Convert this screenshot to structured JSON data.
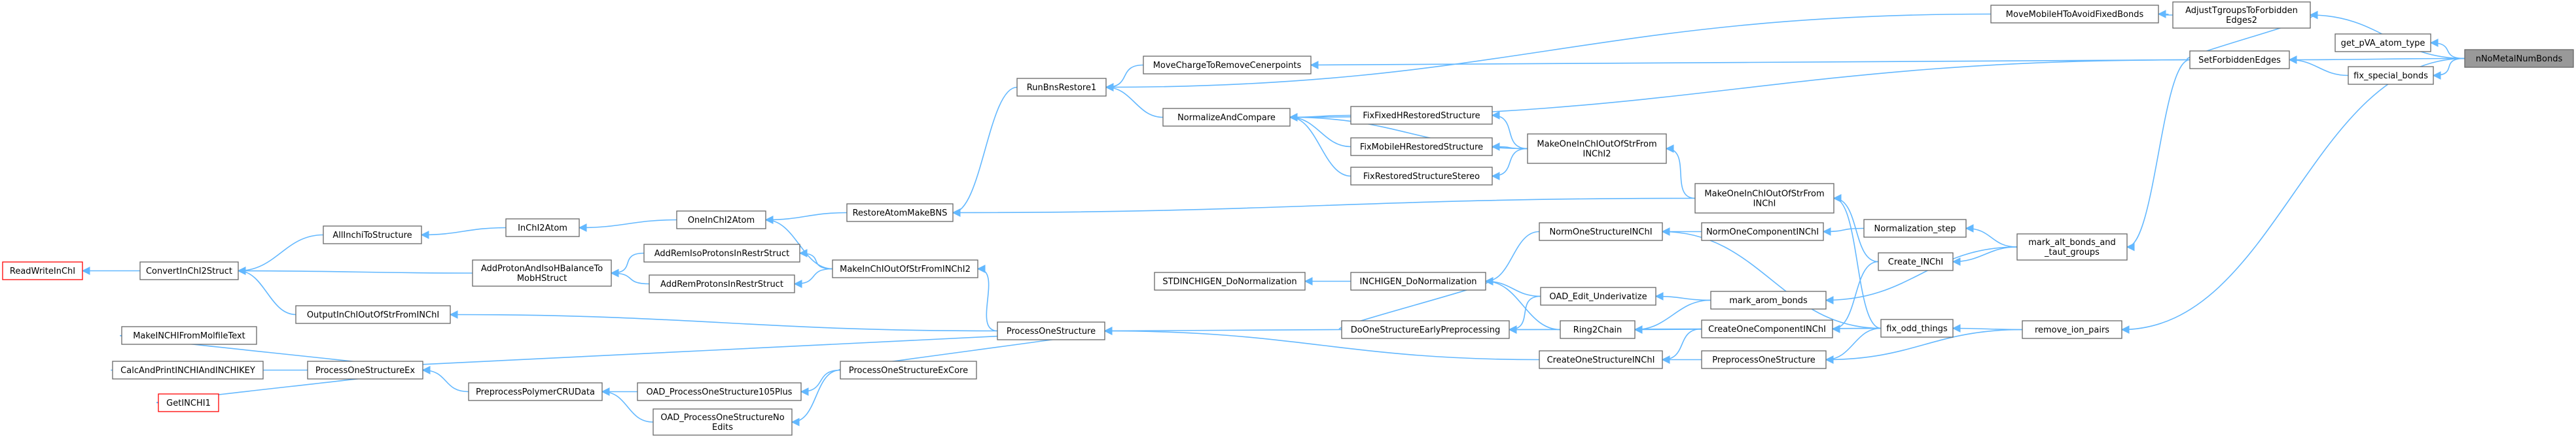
{
  "graph": {
    "type": "call-graph",
    "colors": {
      "edge": "#63b8ff",
      "node_border": "#666666",
      "root_fill": "#999999",
      "error_border": "#ff0000"
    },
    "nodes": {
      "ReadWriteInChI": {
        "label": [
          "ReadWriteInChI"
        ],
        "style": "red"
      },
      "ConvertInChI2Struct": {
        "label": [
          "ConvertInChI2Struct"
        ]
      },
      "AllInchiToStructure": {
        "label": [
          "AllInchiToStructure"
        ]
      },
      "InChI2Atom": {
        "label": [
          "InChI2Atom"
        ]
      },
      "OneInChI2Atom": {
        "label": [
          "OneInChI2Atom"
        ]
      },
      "RestoreAtomMakeBNS": {
        "label": [
          "RestoreAtomMakeBNS"
        ]
      },
      "RunBnsRestore1": {
        "label": [
          "RunBnsRestore1"
        ]
      },
      "MoveChargeToRemoveCenerpoints": {
        "label": [
          "MoveChargeToRemoveCenerpoints"
        ]
      },
      "NormalizeAndCompare": {
        "label": [
          "NormalizeAndCompare"
        ]
      },
      "FixFixedHRestoredStructure": {
        "label": [
          "FixFixedHRestoredStructure"
        ]
      },
      "FixMobileHRestoredStructure": {
        "label": [
          "FixMobileHRestoredStructure"
        ]
      },
      "FixRestoredStructureStereo": {
        "label": [
          "FixRestoredStructureStereo"
        ]
      },
      "MakeOneInChIOutOfStrFromINChI2": {
        "label": [
          "MakeOneInChIOutOfStrFrom",
          "INChI2"
        ]
      },
      "MakeOneInChIOutOfStrFromINChI": {
        "label": [
          "MakeOneInChIOutOfStrFrom",
          "INChI"
        ]
      },
      "MoveMobileHToAvoidFixedBonds": {
        "label": [
          "MoveMobileHToAvoidFixedBonds"
        ]
      },
      "AdjustTgroupsToForbiddenEdges2": {
        "label": [
          "AdjustTgroupsToForbidden",
          "Edges2"
        ]
      },
      "SetForbiddenEdges": {
        "label": [
          "SetForbiddenEdges"
        ]
      },
      "get_pVA_atom_type": {
        "label": [
          "get_pVA_atom_type"
        ]
      },
      "fix_special_bonds": {
        "label": [
          "fix_special_bonds"
        ]
      },
      "nNoMetalNumBonds": {
        "label": [
          "nNoMetalNumBonds"
        ],
        "style": "root"
      },
      "AddProtonAndIsoHBalanceToMobHStruct": {
        "label": [
          "AddProtonAndIsoHBalanceTo",
          "MobHStruct"
        ]
      },
      "AddRemIsoProtonsInRestrStruct": {
        "label": [
          "AddRemIsoProtonsInRestrStruct"
        ]
      },
      "AddRemProtonsInRestrStruct": {
        "label": [
          "AddRemProtonsInRestrStruct"
        ]
      },
      "MakeInChIOutOfStrFromINChI2": {
        "label": [
          "MakeInChIOutOfStrFromINChI2"
        ]
      },
      "OutputInChIOutOfStrFromINChI": {
        "label": [
          "OutputInChIOutOfStrFromINChI"
        ]
      },
      "STDINCHIGEN_DoNormalization": {
        "label": [
          "STDINCHIGEN_DoNormalization"
        ]
      },
      "INCHIGEN_DoNormalization": {
        "label": [
          "INCHIGEN_DoNormalization"
        ]
      },
      "NormOneStructureINChI": {
        "label": [
          "NormOneStructureINChI"
        ]
      },
      "NormOneComponentINChI": {
        "label": [
          "NormOneComponentINChI"
        ]
      },
      "Normalization_step": {
        "label": [
          "Normalization_step"
        ]
      },
      "Create_INChI": {
        "label": [
          "Create_INChI"
        ]
      },
      "mark_alt_bonds_and_taut_groups": {
        "label": [
          "mark_alt_bonds_and",
          "_taut_groups"
        ]
      },
      "OAD_Edit_Underivatize": {
        "label": [
          "OAD_Edit_Underivatize"
        ]
      },
      "mark_arom_bonds": {
        "label": [
          "mark_arom_bonds"
        ]
      },
      "Ring2Chain": {
        "label": [
          "Ring2Chain"
        ]
      },
      "DoOneStructureEarlyPreprocessing": {
        "label": [
          "DoOneStructureEarlyPreprocessing"
        ]
      },
      "CreateOneComponentINChI": {
        "label": [
          "CreateOneComponentINChI"
        ]
      },
      "fix_odd_things": {
        "label": [
          "fix_odd_things"
        ]
      },
      "remove_ion_pairs": {
        "label": [
          "remove_ion_pairs"
        ]
      },
      "CreateOneStructureINChI": {
        "label": [
          "CreateOneStructureINChI"
        ]
      },
      "PreprocessOneStructure": {
        "label": [
          "PreprocessOneStructure"
        ]
      },
      "ProcessOneStructure": {
        "label": [
          "ProcessOneStructure"
        ]
      },
      "MakeINCHIFromMolfileText": {
        "label": [
          "MakeINCHIFromMolfileText"
        ]
      },
      "CalcAndPrintINCHIAndINCHIKEY": {
        "label": [
          "CalcAndPrintINCHIAndINCHIKEY"
        ]
      },
      "GetINCHI1": {
        "label": [
          "GetINCHI1"
        ],
        "style": "red"
      },
      "ProcessOneStructureEx": {
        "label": [
          "ProcessOneStructureEx"
        ]
      },
      "PreprocessPolymerCRUData": {
        "label": [
          "PreprocessPolymerCRUData"
        ]
      },
      "OAD_ProcessOneStructure105Plus": {
        "label": [
          "OAD_ProcessOneStructure105Plus"
        ]
      },
      "ProcessOneStructureExCore": {
        "label": [
          "ProcessOneStructureExCore"
        ]
      },
      "OAD_ProcessOneStructureNoEdits": {
        "label": [
          "OAD_ProcessOneStructureNo",
          "Edits"
        ]
      }
    },
    "edges": [
      [
        "ConvertInChI2Struct",
        "ReadWriteInChI"
      ],
      [
        "AllInchiToStructure",
        "ConvertInChI2Struct"
      ],
      [
        "InChI2Atom",
        "AllInchiToStructure"
      ],
      [
        "OneInChI2Atom",
        "InChI2Atom"
      ],
      [
        "RestoreAtomMakeBNS",
        "OneInChI2Atom"
      ],
      [
        "RunBnsRestore1",
        "RestoreAtomMakeBNS"
      ],
      [
        "MoveChargeToRemoveCenerpoints",
        "RunBnsRestore1"
      ],
      [
        "NormalizeAndCompare",
        "RunBnsRestore1"
      ],
      [
        "MoveMobileHToAvoidFixedBonds",
        "RunBnsRestore1"
      ],
      [
        "FixFixedHRestoredStructure",
        "NormalizeAndCompare"
      ],
      [
        "FixMobileHRestoredStructure",
        "NormalizeAndCompare"
      ],
      [
        "FixRestoredStructureStereo",
        "NormalizeAndCompare"
      ],
      [
        "MakeOneInChIOutOfStrFromINChI2",
        "NormalizeAndCompare"
      ],
      [
        "MakeOneInChIOutOfStrFromINChI2",
        "FixFixedHRestoredStructure"
      ],
      [
        "MakeOneInChIOutOfStrFromINChI2",
        "FixMobileHRestoredStructure"
      ],
      [
        "MakeOneInChIOutOfStrFromINChI2",
        "FixRestoredStructureStereo"
      ],
      [
        "MakeOneInChIOutOfStrFromINChI",
        "MakeOneInChIOutOfStrFromINChI2"
      ],
      [
        "MakeOneInChIOutOfStrFromINChI",
        "RestoreAtomMakeBNS"
      ],
      [
        "AdjustTgroupsToForbiddenEdges2",
        "MoveMobileHToAvoidFixedBonds"
      ],
      [
        "SetForbiddenEdges",
        "MoveChargeToRemoveCenerpoints"
      ],
      [
        "SetForbiddenEdges",
        "NormalizeAndCompare"
      ],
      [
        "SetForbiddenEdges",
        "AdjustTgroupsToForbiddenEdges2"
      ],
      [
        "nNoMetalNumBonds",
        "AdjustTgroupsToForbiddenEdges2"
      ],
      [
        "nNoMetalNumBonds",
        "get_pVA_atom_type"
      ],
      [
        "nNoMetalNumBonds",
        "SetForbiddenEdges"
      ],
      [
        "nNoMetalNumBonds",
        "fix_special_bonds"
      ],
      [
        "nNoMetalNumBonds",
        "remove_ion_pairs"
      ],
      [
        "fix_special_bonds",
        "SetForbiddenEdges"
      ],
      [
        "AddProtonAndIsoHBalanceToMobHStruct",
        "ConvertInChI2Struct"
      ],
      [
        "AddRemIsoProtonsInRestrStruct",
        "AddProtonAndIsoHBalanceToMobHStruct"
      ],
      [
        "AddRemProtonsInRestrStruct",
        "AddProtonAndIsoHBalanceToMobHStruct"
      ],
      [
        "MakeInChIOutOfStrFromINChI2",
        "OneInChI2Atom"
      ],
      [
        "MakeInChIOutOfStrFromINChI2",
        "AddRemIsoProtonsInRestrStruct"
      ],
      [
        "MakeInChIOutOfStrFromINChI2",
        "AddRemProtonsInRestrStruct"
      ],
      [
        "OutputInChIOutOfStrFromINChI",
        "ConvertInChI2Struct"
      ],
      [
        "ProcessOneStructure",
        "MakeInChIOutOfStrFromINChI2"
      ],
      [
        "ProcessOneStructure",
        "OutputInChIOutOfStrFromINChI"
      ],
      [
        "ProcessOneStructureEx",
        "ProcessOneStructure"
      ],
      [
        "INCHIGEN_DoNormalization",
        "STDINCHIGEN_DoNormalization"
      ],
      [
        "NormOneStructureINChI",
        "INCHIGEN_DoNormalization"
      ],
      [
        "NormOneComponentINChI",
        "NormOneStructureINChI"
      ],
      [
        "Normalization_step",
        "NormOneComponentINChI"
      ],
      [
        "Create_INChI",
        "MakeOneInChIOutOfStrFromINChI"
      ],
      [
        "mark_alt_bonds_and_taut_groups",
        "Normalization_step"
      ],
      [
        "mark_alt_bonds_and_taut_groups",
        "Create_INChI"
      ],
      [
        "mark_alt_bonds_and_taut_groups",
        "mark_arom_bonds"
      ],
      [
        "SetForbiddenEdges",
        "mark_alt_bonds_and_taut_groups"
      ],
      [
        "OAD_Edit_Underivatize",
        "INCHIGEN_DoNormalization"
      ],
      [
        "OAD_Edit_Underivatize",
        "DoOneStructureEarlyPreprocessing"
      ],
      [
        "mark_arom_bonds",
        "OAD_Edit_Underivatize"
      ],
      [
        "mark_arom_bonds",
        "Ring2Chain"
      ],
      [
        "Ring2Chain",
        "INCHIGEN_DoNormalization"
      ],
      [
        "Ring2Chain",
        "DoOneStructureEarlyPreprocessing"
      ],
      [
        "DoOneStructureEarlyPreprocessing",
        "INCHIGEN_DoNormalization"
      ],
      [
        "DoOneStructureEarlyPreprocessing",
        "ProcessOneStructure"
      ],
      [
        "CreateOneComponentINChI",
        "CreateOneStructureINChI"
      ],
      [
        "Create_INChI",
        "CreateOneComponentINChI"
      ],
      [
        "fix_odd_things",
        "MakeOneInChIOutOfStrFromINChI"
      ],
      [
        "fix_odd_things",
        "NormOneStructureINChI"
      ],
      [
        "fix_odd_things",
        "Ring2Chain"
      ],
      [
        "fix_odd_things",
        "PreprocessOneStructure"
      ],
      [
        "fix_odd_things",
        "DoOneStructureEarlyPreprocessing"
      ],
      [
        "remove_ion_pairs",
        "fix_odd_things"
      ],
      [
        "remove_ion_pairs",
        "PreprocessOneStructure"
      ],
      [
        "CreateOneStructureINChI",
        "ProcessOneStructure"
      ],
      [
        "PreprocessOneStructure",
        "CreateOneStructureINChI"
      ],
      [
        "MakeINCHIFromMolfileText",
        "ProcessOneStructureEx"
      ],
      [
        "CalcAndPrintINCHIAndINCHIKEY",
        "ProcessOneStructureEx"
      ],
      [
        "GetINCHI1",
        "ProcessOneStructureEx"
      ],
      [
        "PreprocessPolymerCRUData",
        "ProcessOneStructureEx"
      ],
      [
        "OAD_ProcessOneStructure105Plus",
        "PreprocessPolymerCRUData"
      ],
      [
        "ProcessOneStructureExCore",
        "ProcessOneStructure"
      ],
      [
        "ProcessOneStructureExCore",
        "OAD_ProcessOneStructure105Plus"
      ],
      [
        "ProcessOneStructureExCore",
        "OAD_ProcessOneStructureNoEdits"
      ],
      [
        "OAD_ProcessOneStructureNoEdits",
        "PreprocessPolymerCRUData"
      ]
    ]
  }
}
